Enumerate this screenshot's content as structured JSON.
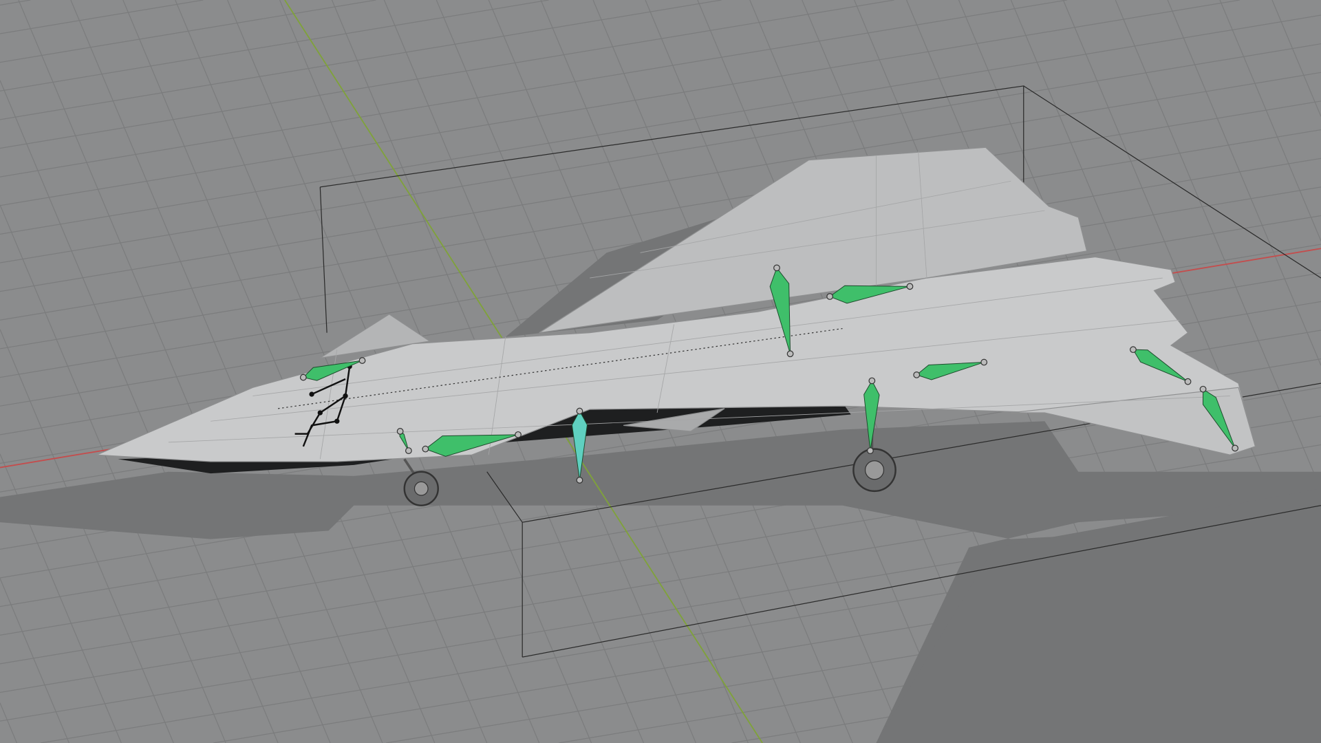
{
  "viewport": {
    "background_color": "#8b8c8d",
    "grid_color": "#7b7c7d",
    "x_axis_color": "#c44d4d",
    "y_axis_color": "#7fa23a",
    "shadow_color": "#6e6f70",
    "mesh_color": "#c9cacb",
    "wire_color": "#9a9b9c",
    "bone_color": "#3fbf6a",
    "bone_selected_color": "#5fd0c0",
    "bounding_box_color": "#2a2a2a"
  },
  "scene": {
    "object": "jet-aircraft-mesh",
    "armature": "armature-bones",
    "shading": "solid"
  }
}
